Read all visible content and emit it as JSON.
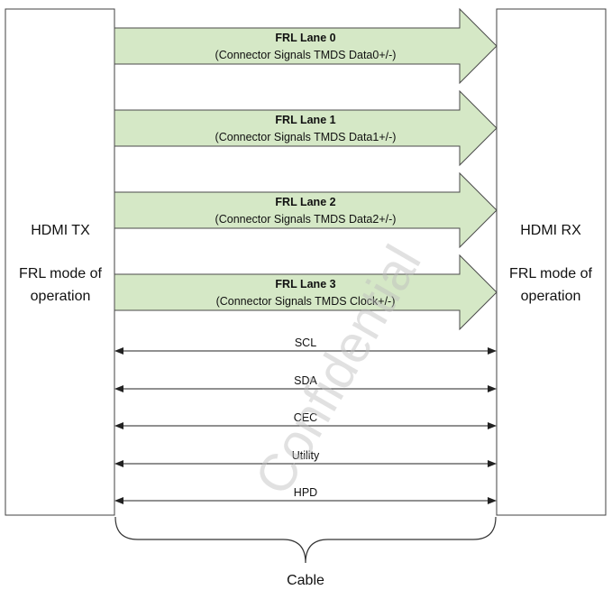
{
  "tx": {
    "title": "HDMI TX",
    "mode_line1": "FRL mode of",
    "mode_line2": "operation"
  },
  "rx": {
    "title": "HDMI RX",
    "mode_line1": "FRL mode of",
    "mode_line2": "operation"
  },
  "lanes": [
    {
      "title": "FRL Lane 0",
      "subtitle": "(Connector Signals TMDS Data0+/-)"
    },
    {
      "title": "FRL Lane 1",
      "subtitle": "(Connector Signals TMDS Data1+/-)"
    },
    {
      "title": "FRL Lane 2",
      "subtitle": "(Connector Signals TMDS Data2+/-)"
    },
    {
      "title": "FRL Lane 3",
      "subtitle": "(Connector Signals TMDS Clock+/-)"
    }
  ],
  "signals": [
    "SCL",
    "SDA",
    "CEC",
    "Utility",
    "HPD"
  ],
  "cable_label": "Cable",
  "watermark": "Confidential",
  "colors": {
    "lane_fill": "#d5e8c6",
    "box_stroke": "#404040"
  }
}
